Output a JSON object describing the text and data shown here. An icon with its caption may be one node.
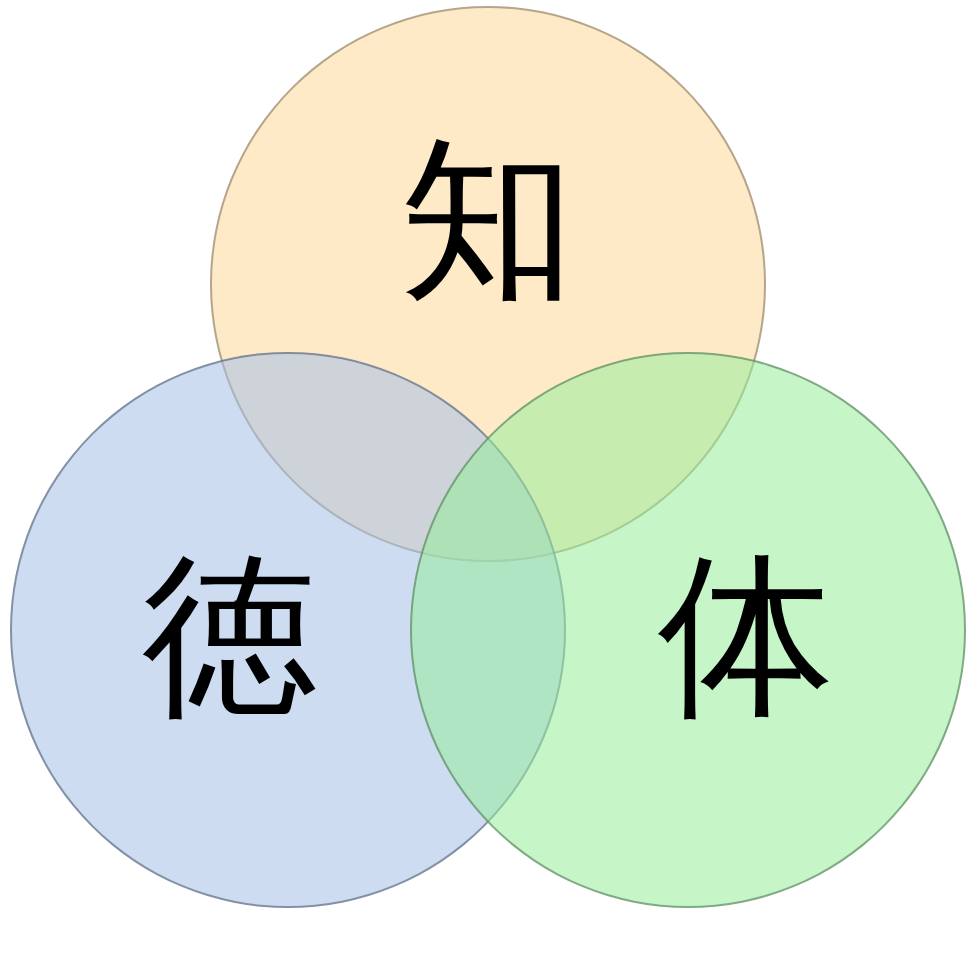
{
  "diagram": {
    "nodes": [
      {
        "text": [
          "知"
        ]
      },
      {
        "text": [
          "徳"
        ]
      },
      {
        "text": [
          "体"
        ]
      }
    ]
  }
}
